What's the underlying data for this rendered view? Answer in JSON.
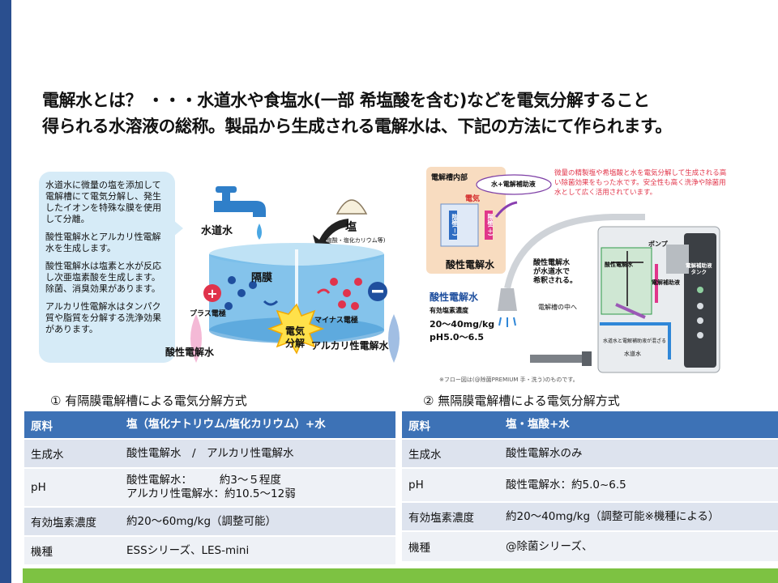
{
  "headline": {
    "line1": "電解水とは？ ・・・水道水や食塩水(一部 希塩酸を含む)などを電気分解すること",
    "line2": "得られる水溶液の総称。製品から生成される電解水は、下記の方法にて作られます。"
  },
  "left_illustration": {
    "desc": [
      "水道水に微量の塩を添加して電解槽にて電気分解し、発生したイオンを特殊な膜を使用して分離。",
      "酸性電解水とアルカリ性電解水を生成します。",
      "酸性電解水は塩素と水が反応し次亜塩素酸を生成します。除菌、消臭効果があります。",
      "アルカリ性電解水はタンパク質や脂質を分解する洗浄効果があります。"
    ],
    "tap_water": "水道水",
    "salt": "塩",
    "salt_note": "(塩酸・塩化カリウム等)",
    "membrane": "隔膜",
    "plus_electrode": "プラス電極",
    "minus_electrode": "マイナス電極",
    "electrolysis_line1": "電気",
    "electrolysis_line2": "分解",
    "acidic_water": "酸性電解水",
    "alkaline_water": "アルカリ性電解水"
  },
  "right_illustration": {
    "cell_inner": "電解槽内部",
    "water_aux": "水+電解補助液",
    "electricity": "電気",
    "minus_pole": "陰極(－)",
    "plus_pole": "陽極(＋)",
    "acidic_water": "酸性電解水",
    "red_note": "微量の精製塩や希塩酸と水を電気分解して生成される高い除菌効果をもった水です。安全性も高く洗浄や除菌用水として広く活用されています。",
    "diluted_line1": "酸性電解水",
    "diluted_line2": "が水道水で",
    "diluted_line3": "希釈される。",
    "pump": "ポンプ",
    "aux_tank_line1": "電解補助液",
    "aux_tank_line2": "タンク",
    "small_acidic": "酸性電解水",
    "aux_liquid": "電解補助液",
    "into_cell": "電解槽の中へ",
    "tap_water": "水道水",
    "mixing": "水道水と電解補助液が混ざる",
    "spec_title": "酸性電解水",
    "spec_chlorine": "有効塩素濃度",
    "spec_conc": "20～40mg/kg",
    "spec_ph": "pH5.0～6.5",
    "footnote": "※フロー図は(@除菌PREMIUM 手・洗う)のものです。"
  },
  "tables": {
    "left": {
      "title": "① 有隔膜電解槽による電気分解方式",
      "rows": [
        {
          "label": "原料",
          "lines": [
            "塩（塩化ナトリウム/塩化カリウム）+水"
          ]
        },
        {
          "label": "生成水",
          "lines": [
            "酸性電解水　/　アルカリ性電解水"
          ]
        },
        {
          "label": "pH",
          "lines": [
            "酸性電解水：　　　約3～５程度",
            "アルカリ性電解水：約10.5～12弱"
          ]
        },
        {
          "label": "有効塩素濃度",
          "lines": [
            "約20～60mg/kg（調整可能）"
          ]
        },
        {
          "label": "機種",
          "lines": [
            "ESSシリーズ、LES-mini"
          ]
        }
      ]
    },
    "right": {
      "title": "② 無隔膜電解槽による電気分解方式",
      "rows": [
        {
          "label": "原料",
          "lines": [
            "塩・塩酸+水"
          ]
        },
        {
          "label": "生成水",
          "lines": [
            "酸性電解水のみ"
          ]
        },
        {
          "label": "pH",
          "lines": [
            "酸性電解水：約5.0~6.5"
          ]
        },
        {
          "label": "有効塩素濃度",
          "lines": [
            "約20～40mg/kg（調整可能※機種による）"
          ]
        },
        {
          "label": "機種",
          "lines": [
            "@除菌シリーズ、"
          ]
        }
      ]
    }
  },
  "colors": {
    "left_bar": "#2a4f8f",
    "bottom_bar": "#7dc242",
    "table_header": "#3d72b6",
    "acid_pink": "#e0368a",
    "alkali_blue": "#2f6fc0"
  }
}
